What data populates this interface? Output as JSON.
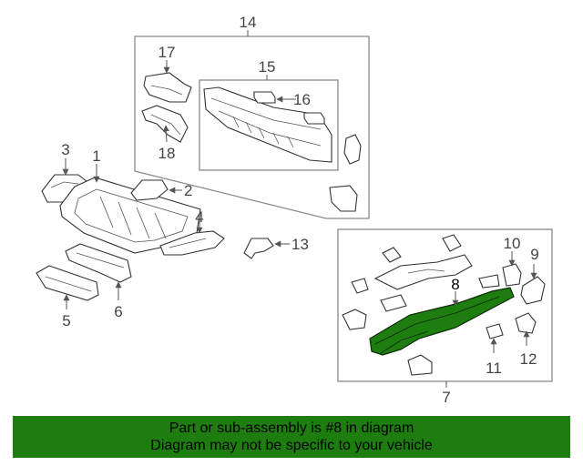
{
  "callouts": {
    "c1": "1",
    "c2": "2",
    "c3": "3",
    "c4": "4",
    "c5": "5",
    "c6": "6",
    "c7": "7",
    "c8": "8",
    "c9": "9",
    "c10": "10",
    "c11": "11",
    "c12": "12",
    "c13": "13",
    "c14": "14",
    "c15": "15",
    "c16": "16",
    "c17": "17",
    "c18": "18"
  },
  "highlight": {
    "part_number": "8",
    "color": "#1d7d0f"
  },
  "banner": {
    "line1": "Part or sub-assembly is #8 in diagram",
    "line2": "Diagram may not be specific to your vehicle",
    "color": "#1d7d0f"
  }
}
